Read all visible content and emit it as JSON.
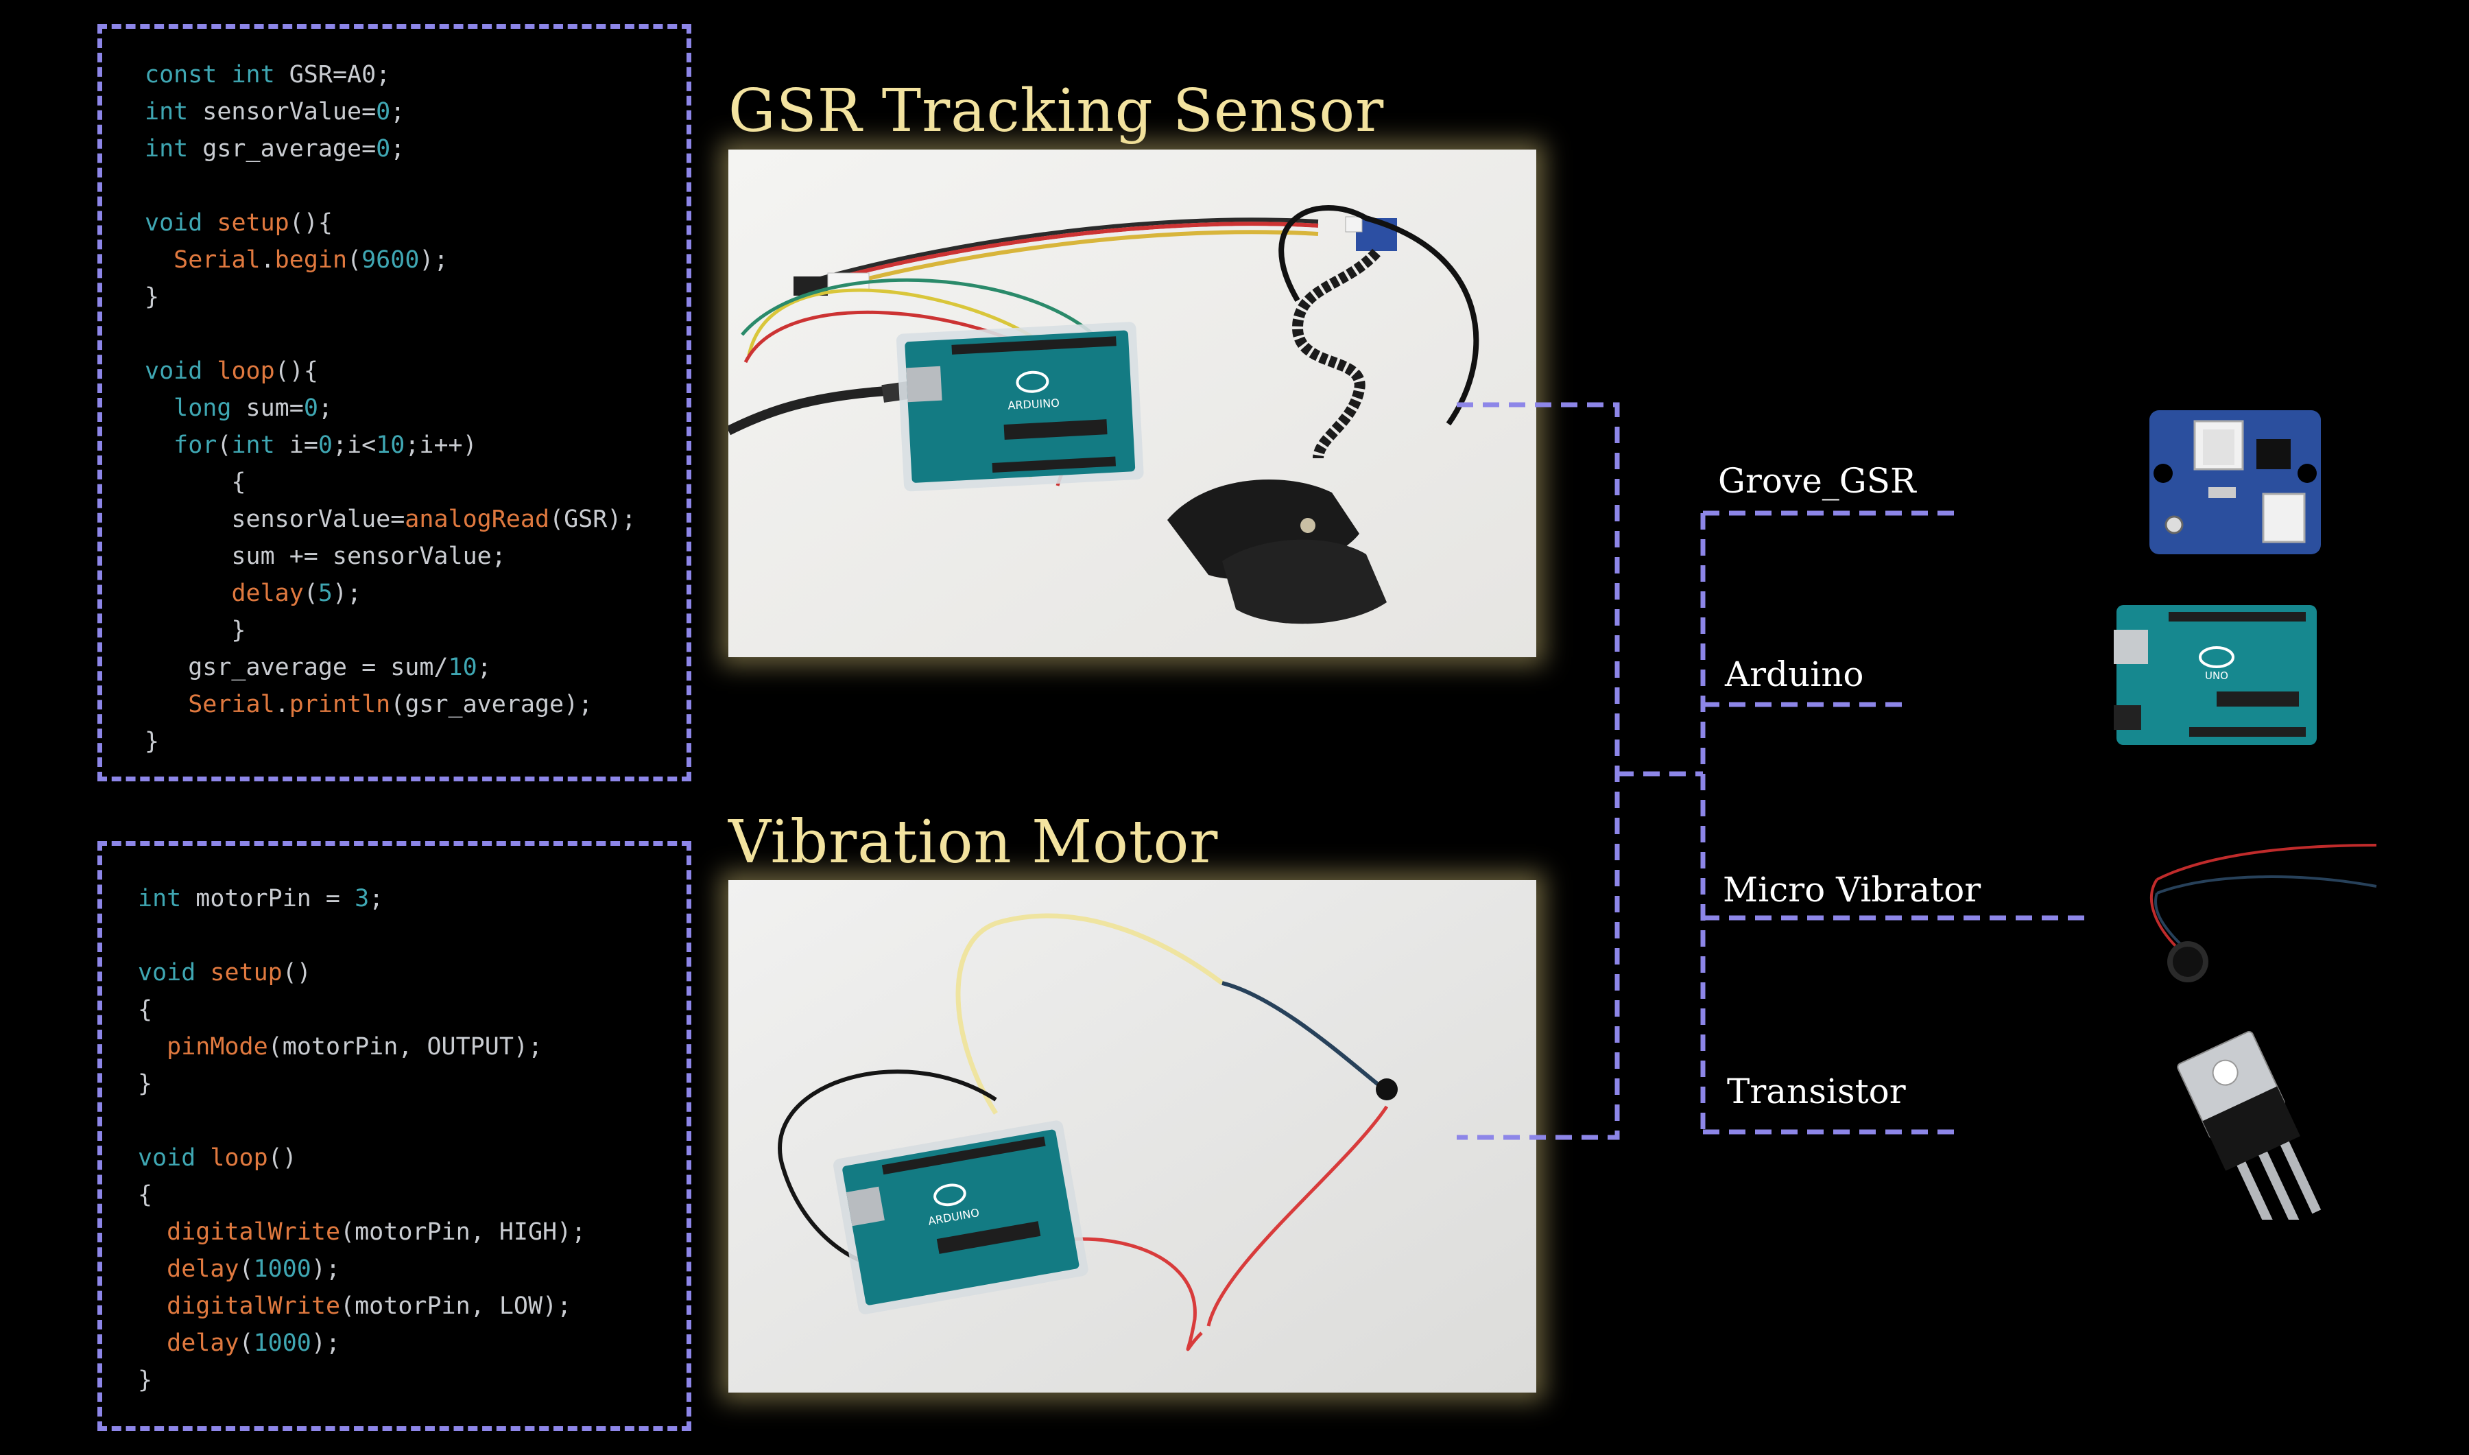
{
  "code_gsr": {
    "lines": [
      "const int GSR=A0;",
      "int sensorValue=0;",
      "int gsr_average=0;",
      "",
      "void setup(){",
      "  Serial.begin(9600);",
      "}",
      "",
      "void loop(){",
      "  long sum=0;",
      "  for(int i=0;i<10;i++)",
      "      {",
      "      sensorValue=analogRead(GSR);",
      "      sum += sensorValue;",
      "      delay(5);",
      "      }",
      "   gsr_average = sum/10;",
      "   Serial.println(gsr_average);",
      "}"
    ]
  },
  "code_motor": {
    "lines": [
      "int motorPin = 3;",
      "",
      "void setup()",
      "{",
      "  pinMode(motorPin, OUTPUT);",
      "}",
      "",
      "void loop()",
      "{",
      "  digitalWrite(motorPin, HIGH);",
      "  delay(1000);",
      "  digitalWrite(motorPin, LOW);",
      "  delay(1000);",
      "}"
    ]
  },
  "sections": {
    "gsr_title": "GSR Tracking Sensor",
    "vibration_title": "Vibration Motor"
  },
  "components": {
    "grove_gsr": "Grove_GSR",
    "arduino": "Arduino",
    "micro_vibrator": "Micro Vibrator",
    "transistor": "Transistor"
  },
  "board_text": {
    "arduino": "ARDUINO",
    "uno": "UNO"
  },
  "colors": {
    "background": "#000000",
    "dash_border": "#8d86e8",
    "title": "#f3e3a0",
    "code_text": "#c9ccd1",
    "code_keyword": "#3fa7b3",
    "code_function": "#e0793f",
    "photo_glow": "#e6d282"
  }
}
